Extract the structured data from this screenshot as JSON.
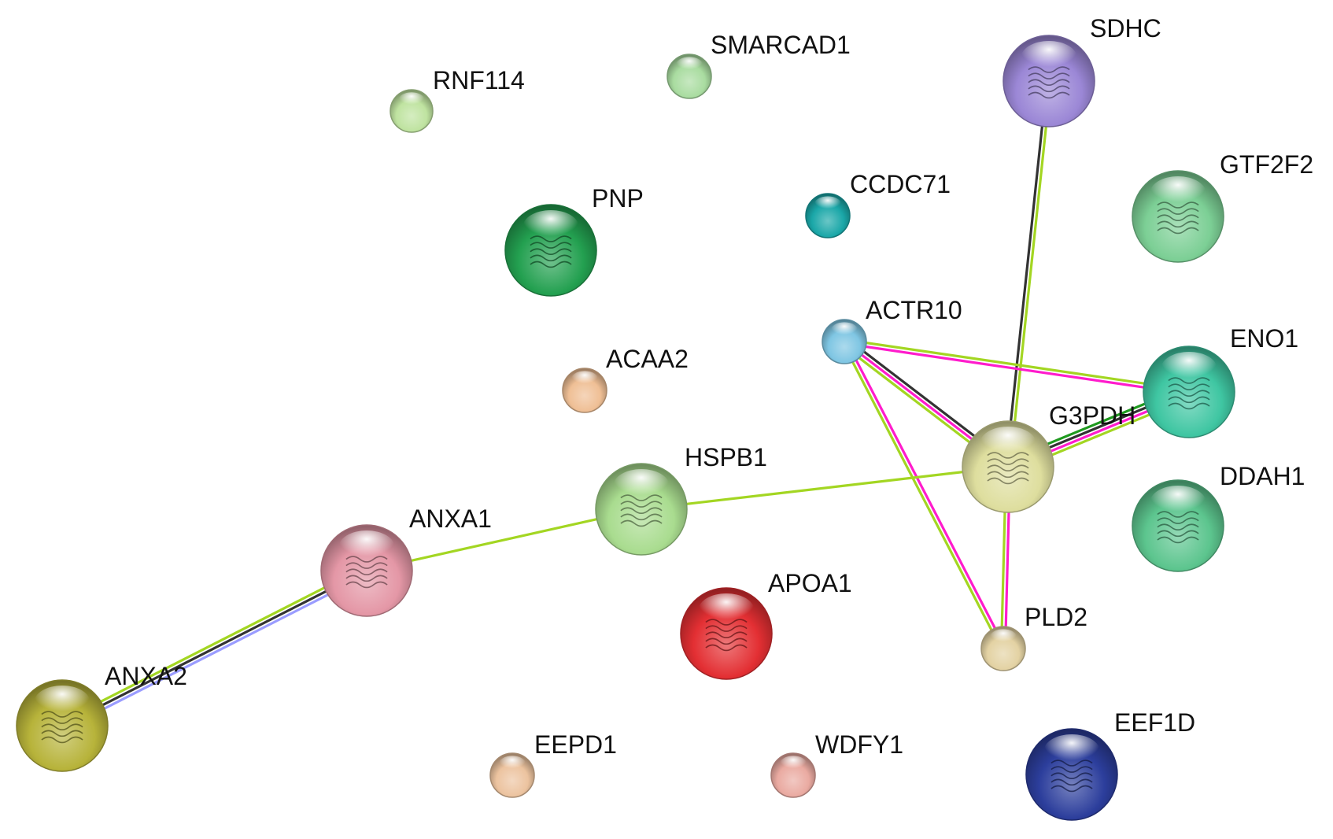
{
  "nodes": [
    {
      "id": "RNF114",
      "label": "RNF114",
      "color": "#bfe3a0",
      "size": "small"
    },
    {
      "id": "SMARCAD1",
      "label": "SMARCAD1",
      "color": "#a9dca0",
      "size": "small"
    },
    {
      "id": "SDHC",
      "label": "SDHC",
      "color": "#9b87d6",
      "size": "large",
      "structure_icon": "protein-structure-icon"
    },
    {
      "id": "CCDC71",
      "label": "CCDC71",
      "color": "#1aa7a8",
      "size": "small"
    },
    {
      "id": "GTF2F2",
      "label": "GTF2F2",
      "color": "#7ccf95",
      "size": "large",
      "structure_icon": "protein-structure-icon"
    },
    {
      "id": "PNP",
      "label": "PNP",
      "color": "#23a050",
      "size": "large",
      "structure_icon": "protein-structure-icon"
    },
    {
      "id": "ACTR10",
      "label": "ACTR10",
      "color": "#7fc6e3",
      "size": "small"
    },
    {
      "id": "ENO1",
      "label": "ENO1",
      "color": "#3fc6a2",
      "size": "large",
      "structure_icon": "protein-structure-icon"
    },
    {
      "id": "ACAA2",
      "label": "ACAA2",
      "color": "#efbf95",
      "size": "small"
    },
    {
      "id": "G3PDH",
      "label": "G3PDH",
      "color": "#dede9e",
      "size": "large",
      "structure_icon": "protein-structure-icon"
    },
    {
      "id": "HSPB1",
      "label": "HSPB1",
      "color": "#a9dc8f",
      "size": "large",
      "structure_icon": "protein-structure-icon"
    },
    {
      "id": "DDAH1",
      "label": "DDAH1",
      "color": "#5cc58e",
      "size": "large",
      "structure_icon": "protein-structure-icon"
    },
    {
      "id": "ANXA1",
      "label": "ANXA1",
      "color": "#e497a6",
      "size": "large",
      "structure_icon": "protein-structure-icon"
    },
    {
      "id": "APOA1",
      "label": "APOA1",
      "color": "#e32f33",
      "size": "large",
      "structure_icon": "protein-structure-icon"
    },
    {
      "id": "PLD2",
      "label": "PLD2",
      "color": "#e3d2a3",
      "size": "small"
    },
    {
      "id": "ANXA2",
      "label": "ANXA2",
      "color": "#b7b33a",
      "size": "large",
      "structure_icon": "protein-structure-icon"
    },
    {
      "id": "EEPD1",
      "label": "EEPD1",
      "color": "#ecc39f",
      "size": "small"
    },
    {
      "id": "WDFY1",
      "label": "WDFY1",
      "color": "#eaaaa1",
      "size": "small"
    },
    {
      "id": "EEF1D",
      "label": "EEF1D",
      "color": "#2c3e9c",
      "size": "large",
      "structure_icon": "protein-structure-icon"
    }
  ],
  "edges": [
    {
      "source": "SDHC",
      "target": "G3PDH",
      "colors": [
        "#a3d622",
        "#333333"
      ]
    },
    {
      "source": "ACTR10",
      "target": "ENO1",
      "colors": [
        "#a3d622",
        "#ff1ccc"
      ]
    },
    {
      "source": "ACTR10",
      "target": "G3PDH",
      "colors": [
        "#333333",
        "#ff1ccc",
        "#a3d622"
      ]
    },
    {
      "source": "ACTR10",
      "target": "PLD2",
      "colors": [
        "#ff1ccc",
        "#a3d622"
      ]
    },
    {
      "source": "ENO1",
      "target": "G3PDH",
      "colors": [
        "#a3d622",
        "#ff1ccc",
        "#333333",
        "#1f9a1f"
      ]
    },
    {
      "source": "G3PDH",
      "target": "PLD2",
      "colors": [
        "#ff1ccc",
        "#a3d622"
      ]
    },
    {
      "source": "HSPB1",
      "target": "G3PDH",
      "colors": [
        "#a3d622"
      ]
    },
    {
      "source": "ANXA1",
      "target": "HSPB1",
      "colors": [
        "#a3d622"
      ]
    },
    {
      "source": "ANXA1",
      "target": "ANXA2",
      "colors": [
        "#9a9cff",
        "#333333",
        "#a3d622"
      ]
    }
  ]
}
